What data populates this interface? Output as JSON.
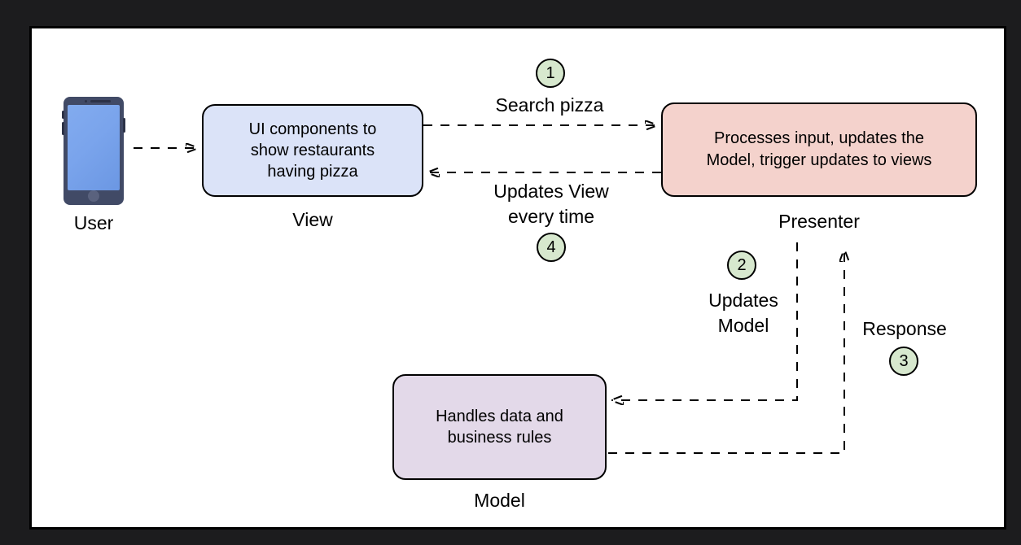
{
  "scene": {
    "background_color": "#1c1c1e",
    "canvas_color": "#ffffff",
    "line_color": "#000000"
  },
  "nodes": {
    "user": {
      "label": "User",
      "icon": "smartphone-icon"
    },
    "view": {
      "lines": [
        "UI components to",
        "show restaurants",
        "having pizza"
      ],
      "label": "View",
      "fill": "#dbe3f8"
    },
    "presenter": {
      "lines": [
        "Processes input, updates the",
        "Model, trigger updates to views"
      ],
      "label": "Presenter",
      "fill": "#f4d2cc"
    },
    "model": {
      "lines": [
        "Handles data and",
        "business rules"
      ],
      "label": "Model",
      "fill": "#e3d9e9"
    }
  },
  "steps": {
    "step1": {
      "num": "1",
      "label": "Search pizza"
    },
    "step2": {
      "num": "2",
      "lines": [
        "Updates",
        "Model"
      ]
    },
    "step3": {
      "num": "3",
      "label": "Response"
    },
    "step4": {
      "num": "4",
      "lines": [
        "Updates View",
        "every time"
      ]
    }
  },
  "badge_fill": "#d7e8ce"
}
